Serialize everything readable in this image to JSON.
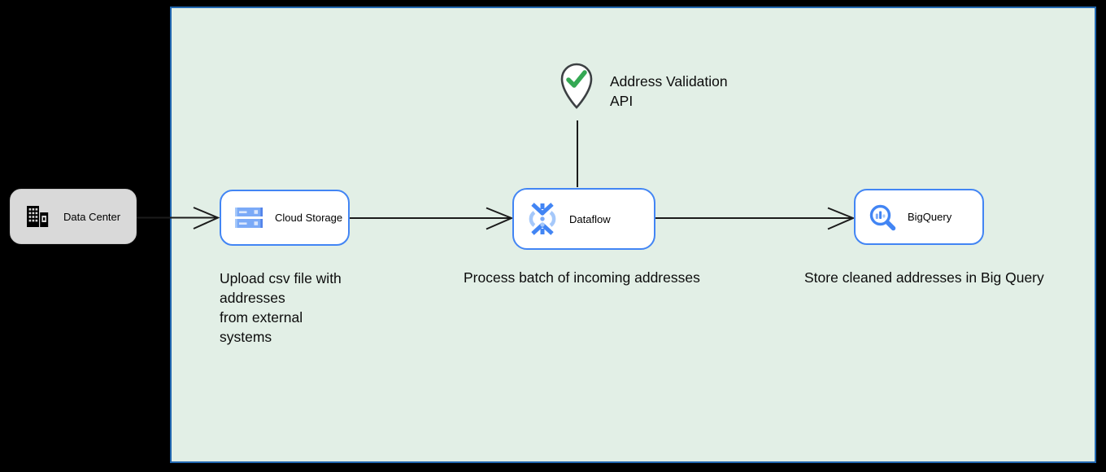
{
  "panel": {
    "background": "#e2efe6",
    "border_color": "#2268b1"
  },
  "nodes": {
    "data_center": {
      "label": "Data Center",
      "icon": "building-icon",
      "fill": "#d9d9d9"
    },
    "cloud_storage": {
      "label": "Cloud Storage",
      "icon": "cloud-storage-icon",
      "border_color": "#4285f4"
    },
    "dataflow": {
      "label": "Dataflow",
      "icon": "dataflow-icon",
      "border_color": "#4285f4"
    },
    "bigquery": {
      "label": "BigQuery",
      "icon": "bigquery-icon",
      "border_color": "#4285f4"
    }
  },
  "annotations": {
    "address_validation_api": "Address Validation\nAPI",
    "cloud_storage_caption": "Upload csv file with\naddresses\nfrom external\nsystems",
    "dataflow_caption": "Process batch of incoming addresses",
    "bigquery_caption": "Store cleaned addresses in Big Query"
  },
  "icons": {
    "map_pin_check": {
      "name": "map-pin-check-icon",
      "outline_color": "#3c4043",
      "check_color": "#34a853"
    }
  },
  "colors": {
    "canvas_background": "#000000",
    "connector": "#1b1b1b",
    "gcp_blue": "#4285f4",
    "gcp_blue_mid": "#7baaf7",
    "gcp_blue_light": "#a5c8fa"
  }
}
